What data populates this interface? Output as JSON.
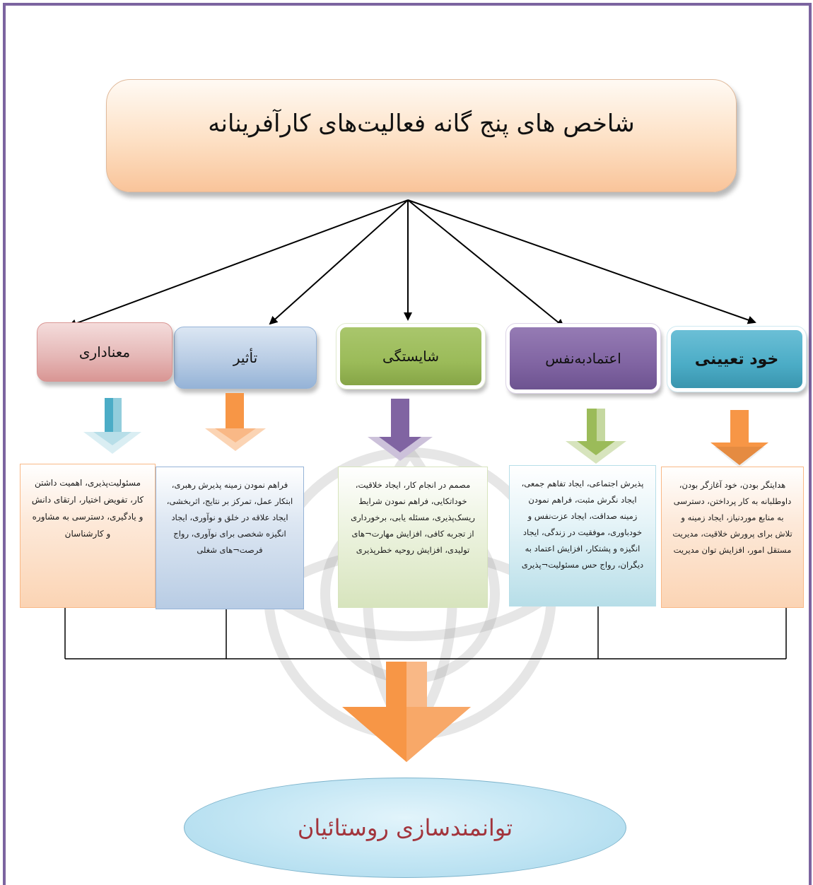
{
  "title": "شاخص های پنج گانه فعالیت‌های کارآفرینانه",
  "result": "توانمندسازی روستائیان",
  "colors": {
    "border": "#7c64a0",
    "khod": "#4bacc6",
    "etemad": "#8064a2",
    "shayestegi": "#9bbb59",
    "tasir": "#b8cce4",
    "manadari": "#e6b9b8",
    "orange_arrow": "#f79646",
    "result_text": "#a2343c"
  },
  "indicators": [
    {
      "key": "khod",
      "label": "خود تعیینی",
      "text": "هدایتگر بودن، خود آغازگر بودن، داوطلبانه به کار پرداختن، دسترسی به منابع موردنیاز، ایجاد زمینه و تلاش برای پرورش خلاقیت، مدیریت مستقل امور، افزایش توان مدیریت"
    },
    {
      "key": "etemad",
      "label": "اعتمادبه‌نفس",
      "text": "پذیرش اجتماعی، ایجاد تفاهم جمعی، ایجاد نگرش مثبت، فراهم نمودن زمینه صداقت، ایجاد عزت‌نفس و خودباوری، موفقیت در زندگی، ایجاد انگیزه و پشتکار، افزایش اعتماد به دیگران، رواج حس مسئولیت¬پذیری"
    },
    {
      "key": "shayestegi",
      "label": "شایستگی",
      "text": "مصمم در انجام کار، ایجاد خلاقیت، خوداتکایی، فراهم نمودن شرایط ریسک‌پذیری، مسئله یابی، برخورداری از تجربه کافی، افزایش مهارت¬های تولیدی، افزایش روحیه خطرپذیری"
    },
    {
      "key": "tasir",
      "label": "تأثیر",
      "text": "فراهم نمودن زمینه پذیرش رهبری، ابتکار عمل، تمرکز بر نتایج، اثربخشی، ایجاد علاقه در خلق و نوآوری، ایجاد انگیزه شخصی برای نوآوری، رواج فرصت¬های شغلی"
    },
    {
      "key": "manadari",
      "label": "معناداری",
      "text": "مسئولیت‌پذیری، اهمیت داشتن کار، تفویض اختیار، ارتقای دانش و یادگیری، دسترسی به مشاوره و کارشناسان"
    }
  ]
}
